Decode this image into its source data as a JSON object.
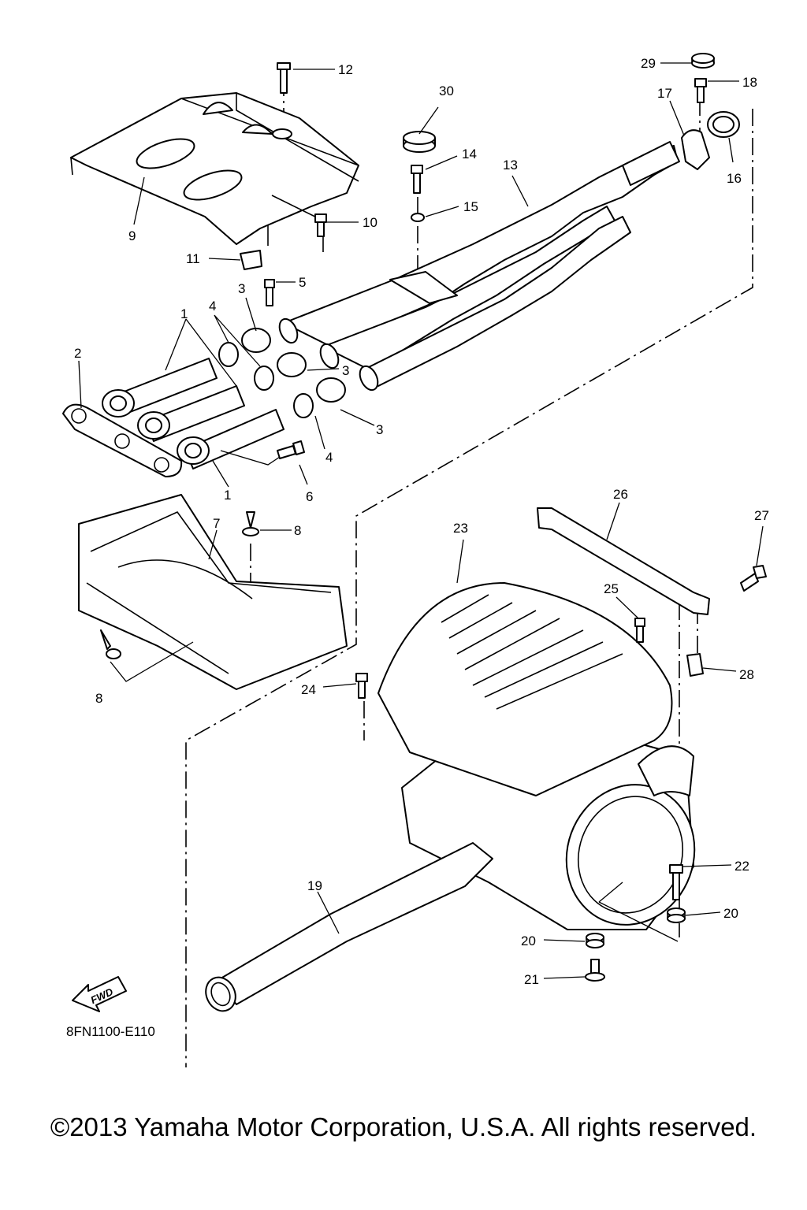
{
  "callouts": [
    {
      "id": "c1a",
      "text": "1"
    },
    {
      "id": "c1b",
      "text": "1"
    },
    {
      "id": "c2",
      "text": "2"
    },
    {
      "id": "c3a",
      "text": "3"
    },
    {
      "id": "c3b",
      "text": "3"
    },
    {
      "id": "c3c",
      "text": "3"
    },
    {
      "id": "c4a",
      "text": "4"
    },
    {
      "id": "c4b",
      "text": "4"
    },
    {
      "id": "c5",
      "text": "5"
    },
    {
      "id": "c6",
      "text": "6"
    },
    {
      "id": "c7",
      "text": "7"
    },
    {
      "id": "c8a",
      "text": "8"
    },
    {
      "id": "c8b",
      "text": "8"
    },
    {
      "id": "c9",
      "text": "9"
    },
    {
      "id": "c10",
      "text": "10"
    },
    {
      "id": "c11",
      "text": "11"
    },
    {
      "id": "c12",
      "text": "12"
    },
    {
      "id": "c13",
      "text": "13"
    },
    {
      "id": "c14",
      "text": "14"
    },
    {
      "id": "c15",
      "text": "15"
    },
    {
      "id": "c16",
      "text": "16"
    },
    {
      "id": "c17",
      "text": "17"
    },
    {
      "id": "c18",
      "text": "18"
    },
    {
      "id": "c19",
      "text": "19"
    },
    {
      "id": "c20a",
      "text": "20"
    },
    {
      "id": "c20b",
      "text": "20"
    },
    {
      "id": "c21",
      "text": "21"
    },
    {
      "id": "c22",
      "text": "22"
    },
    {
      "id": "c23",
      "text": "23"
    },
    {
      "id": "c24",
      "text": "24"
    },
    {
      "id": "c25",
      "text": "25"
    },
    {
      "id": "c26",
      "text": "26"
    },
    {
      "id": "c27",
      "text": "27"
    },
    {
      "id": "c28",
      "text": "28"
    },
    {
      "id": "c29",
      "text": "29"
    },
    {
      "id": "c30",
      "text": "30"
    }
  ],
  "fwd_label": "FWD",
  "drawing_code": "8FN1100-E110",
  "copyright": "©2013 Yamaha Motor Corporation, U.S.A. All rights reserved."
}
